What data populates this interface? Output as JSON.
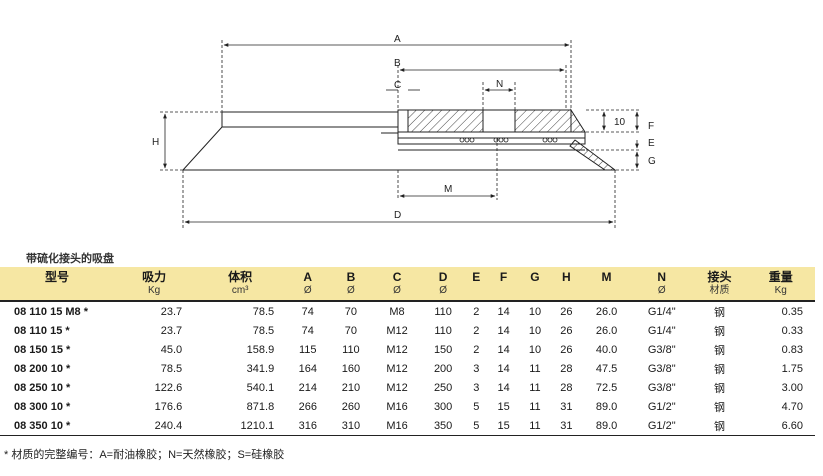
{
  "drawing": {
    "labels": {
      "A": "A",
      "B": "B",
      "C": "C",
      "N": "N",
      "ten": "10",
      "F": "F",
      "E": "E",
      "G": "G",
      "H": "H",
      "M": "M",
      "D": "D"
    }
  },
  "section_title": "带硫化接头的吸盘",
  "table": {
    "headers": [
      {
        "label": "型号",
        "unit": ""
      },
      {
        "label": "吸力",
        "unit": "Kg"
      },
      {
        "label": "体积",
        "unit": "cm³"
      },
      {
        "label": "A",
        "unit": "Ø"
      },
      {
        "label": "B",
        "unit": "Ø"
      },
      {
        "label": "C",
        "unit": "Ø"
      },
      {
        "label": "D",
        "unit": "Ø"
      },
      {
        "label": "E",
        "unit": ""
      },
      {
        "label": "F",
        "unit": ""
      },
      {
        "label": "G",
        "unit": ""
      },
      {
        "label": "H",
        "unit": ""
      },
      {
        "label": "M",
        "unit": ""
      },
      {
        "label": "N",
        "unit": "Ø"
      },
      {
        "label": "接头",
        "unit": "材质"
      },
      {
        "label": "重量",
        "unit": "Kg"
      }
    ],
    "rows": [
      [
        "08 110 15 M8 *",
        "23.7",
        "78.5",
        "74",
        "70",
        "M8",
        "110",
        "2",
        "14",
        "10",
        "26",
        "26.0",
        "G1/4\"",
        "钢",
        "0.35"
      ],
      [
        "08 110 15 *",
        "23.7",
        "78.5",
        "74",
        "70",
        "M12",
        "110",
        "2",
        "14",
        "10",
        "26",
        "26.0",
        "G1/4\"",
        "钢",
        "0.33"
      ],
      [
        "08 150 15 *",
        "45.0",
        "158.9",
        "115",
        "110",
        "M12",
        "150",
        "2",
        "14",
        "10",
        "26",
        "40.0",
        "G3/8\"",
        "钢",
        "0.83"
      ],
      [
        "08 200 10 *",
        "78.5",
        "341.9",
        "164",
        "160",
        "M12",
        "200",
        "3",
        "14",
        "11",
        "28",
        "47.5",
        "G3/8\"",
        "钢",
        "1.75"
      ],
      [
        "08 250 10 *",
        "122.6",
        "540.1",
        "214",
        "210",
        "M12",
        "250",
        "3",
        "14",
        "11",
        "28",
        "72.5",
        "G3/8\"",
        "钢",
        "3.00"
      ],
      [
        "08 300 10 *",
        "176.6",
        "871.8",
        "266",
        "260",
        "M16",
        "300",
        "5",
        "15",
        "11",
        "31",
        "89.0",
        "G1/2\"",
        "钢",
        "4.70"
      ],
      [
        "08 350 10 *",
        "240.4",
        "1210.1",
        "316",
        "310",
        "M16",
        "350",
        "5",
        "15",
        "11",
        "31",
        "89.0",
        "G1/2\"",
        "钢",
        "6.60"
      ]
    ]
  },
  "footnote": "* 材质的完整编号：A=耐油橡胶；N=天然橡胶；S=硅橡胶"
}
